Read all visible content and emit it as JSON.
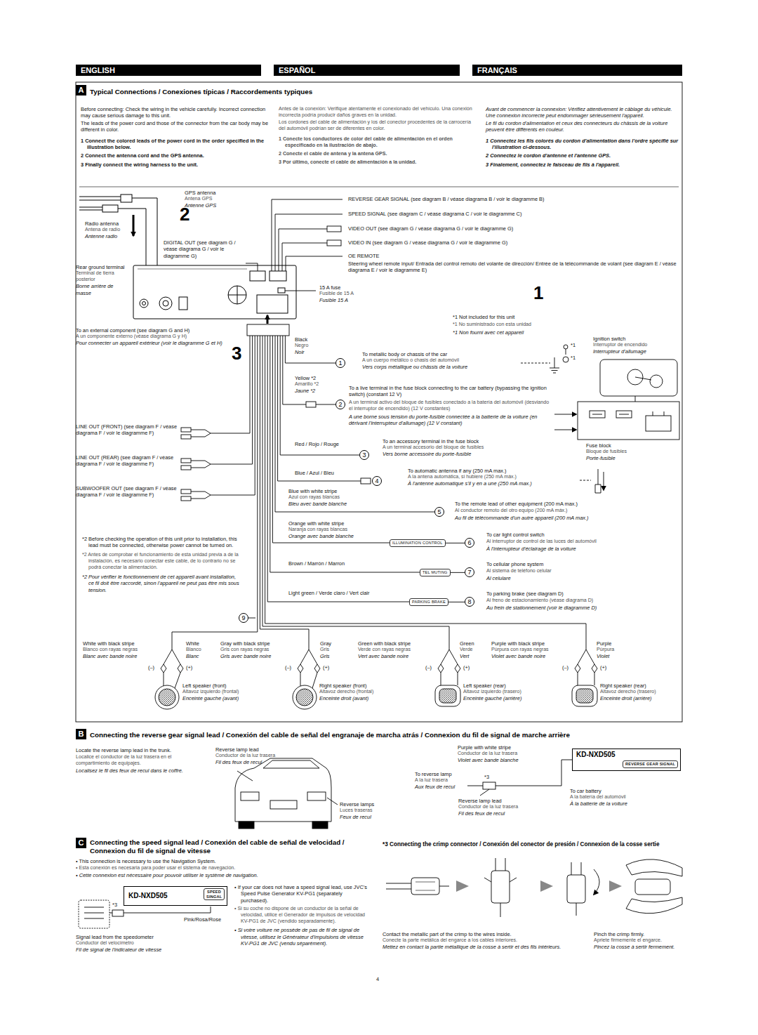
{
  "diagram": {
    "nodes": [
      {
        "text": [
          "ENGLISH"
        ]
      },
      {
        "text": [
          "ESPAÑOL"
        ]
      },
      {
        "text": [
          "FRANÇAIS"
        ]
      },
      {
        "text": [
          "A"
        ]
      },
      {
        "text": [
          "1"
        ]
      },
      {
        "text": [
          "2"
        ]
      },
      {
        "text": [
          "3"
        ]
      },
      {
        "text": [
          "4"
        ]
      },
      {
        "text": [
          "5"
        ]
      },
      {
        "text": [
          "ILLUMINATION CONTROL"
        ]
      },
      {
        "text": [
          "6"
        ]
      },
      {
        "text": [
          "TEL MUTING"
        ]
      },
      {
        "text": [
          "7"
        ]
      },
      {
        "text": [
          "PARKING BRAKE"
        ]
      },
      {
        "text": [
          "8"
        ]
      },
      {
        "text": [
          "9"
        ]
      },
      {
        "text": [
          "B"
        ]
      },
      {
        "text": [
          "KD-NXD505"
        ]
      },
      {
        "text": [
          "REVERSE GEAR SIGNAL"
        ],
        "in": 17
      },
      {
        "text": [
          "C"
        ]
      },
      {
        "text": [
          "KD-NXD505"
        ]
      },
      {
        "text": [
          "SPEED SINGAL"
        ],
        "in": 20
      }
    ],
    "edges": [
      {
        "from": 9,
        "to": 10,
        "arrow": "none"
      },
      {
        "from": 11,
        "to": 12,
        "arrow": "none"
      },
      {
        "from": 13,
        "to": 14,
        "arrow": "none"
      }
    ],
    "labels": [
      "Typical Connections / Conexiones típicas / Raccordements typiques",
      "Before connecting: Check the wiring in the vehicle carefully. Incorrect connection may cause serious damage to this unit.",
      "The leads of the power cord and those of the connector from the car body may be different in color.",
      "1 Connect the colored leads of the power cord in the order specified in the illustration below.",
      "2 Connect the antenna cord and the GPS antenna.",
      "3 Finally connect the wiring harness to the unit.",
      "Antes de la conexión: Verifique atentamente el conexionado del vehículo. Una conexión incorrecta podría producir daños graves en la unidad.",
      "Los cordones del cable de alimentación y los del conector procedentes de la carrocería del automóvil podrían ser de diferentes en color.",
      "1 Conecte los conductores de color del cable de alimentación en el orden especificado en la ilustración de abajo.",
      "2 Conecte el cable de antena y la antena GPS.",
      "3 Por último, conecte el cable de alimentación a la unidad.",
      "Avant de commencer la connexion: Vérifiez attentivement le câblage du véhicule. Une connexion incorrecte peut endommager sérieusement l'appareil.",
      "Le fil du cordon d'alimentation et ceux des connecteurs du châssis de la voiture peuvent être différents en couleur.",
      "1 Connectez les fils colorés du cordon d'alimentation dans l'ordre spécifié sur l'illustration ci-dessous.",
      "2 Connectez le cordon d'antenne et l'antenne GPS.",
      "3 Finalement, connectez le faisceau de fils à l'appareil.",
      "GPS antenna",
      "Antena GPS",
      "Antenne GPS",
      "2",
      "Radio antenna",
      "Antena de radio",
      "Antenne radio",
      "DIGITAL OUT (see diagram G / véase diagrama G / voir le diagramme G)",
      "Rear ground terminal",
      "Terminal de tierra posterior",
      "Borne arrière de masse",
      "To an external component (see diagram G and H)",
      "A un componente externo (véase diagrama G y H)",
      "Pour connecter un appareil extérieur (voir le diagramme G et H)",
      "3",
      "15 A fuse",
      "Fusible de 15 A",
      "Fusible 15 A",
      "REVERSE GEAR SIGNAL (see diagram B / véase diagrama B / voir le diagramme B)",
      "SPEED SIGNAL (see diagram C / véase diagrama C / voir le diagramme C)",
      "VIDEO OUT (see diagram G / véase diagrama G / voir le diagramme G)",
      "VIDEO IN (see diagram G / véase diagrama G / voir le diagramme G)",
      "OE REMOTE",
      "Steering wheel remote input/ Entrada del control remoto del volante de dirección/ Entrée de la télécommande de volant (see diagram E / véase diagrama E / voir le diagramme E)",
      "1",
      "*1 Not included for this unit",
      "*1 No suministrado con esta unidad",
      "*1 Non fourni avec cet appareil",
      "Ignition switch",
      "Interruptor de encendido",
      "Interrupteur d'allumage",
      "*1",
      "*1",
      "Black",
      "Negro",
      "Noir",
      "To metallic body or chassis of the car",
      "A un cuerpo metálico o chasis del automóvil",
      "Vers corps métallique ou châssis de la voiture",
      "Yellow *2",
      "Amarillo *2",
      "Jaune *2",
      "To a live terminal in the fuse block connecting to the car battery (bypassing the ignition switch) (constant 12 V)",
      "A un terminal activo del bloque de fusibles conectado a la batería del automóvil (desviando el interruptor de encendido) (12 V constantes)",
      "A une borne sous tension du porte-fusible connectée à la batterie de la voiture (en dérivant l'interrupteur d'allumage) (12 V constant)",
      "Red / Rojo / Rouge",
      "To an accessory terminal in the fuse block",
      "A un terminal accesorio del bloque de fusibles",
      "Vers borne accessoire du porte-fusible",
      "Fuse block",
      "Bloque de fusibles",
      "Porte-fusible",
      "Blue / Azul / Bleu",
      "To automatic antenna if any (250 mA max.)",
      "A la antena automática, si hubiere (250 mA máx.)",
      "À l'antenne automatique s'il y en a une (250 mA max.)",
      "Blue with white stripe",
      "Azul con rayas blancas",
      "Bleu avec bande blanche",
      "To the remote lead of other equipment (200 mA max.)",
      "Al conductor remoto del otro equipo (200 mA máx.)",
      "Au fil de télécommande d'un autre appareil (200 mA max.)",
      "Orange with white stripe",
      "Naranja con rayas blancas",
      "Orange avec bande blanche",
      "To car light control switch",
      "Al interruptor de control de las luces del automóvil",
      "À l'interrupteur d'éclairage de la voiture",
      "Brown / Marrón / Marron",
      "To cellular phone system",
      "Al sistema de teléfono celular",
      "Al celulare",
      "Light green / Verde claro / Vert clair",
      "To parking brake (see diagram D)",
      "Al freno de estacionamiento (véase diagrama D)",
      "Au frein de stationnement (voir le diagramme D)",
      "LINE OUT (FRONT) (see diagram F / véase diagrama F / voir le diagramme F)",
      "LINE OUT (REAR) (see diagram F / véase diagrama F / voir le diagramme F)",
      "SUBWOOFER OUT (see diagram F / véase diagrama F / voir le diagramme F)",
      "*2 Before checking the operation of this unit prior to installation, this lead must be connected, otherwise power cannot be turned on.",
      "*2 Antes de comprobar el funcionamiento de esta unidad previa a de la instalación, es necesario conectar este cable, de lo contrario no se podrá conectar la alimentación.",
      "*2 Pour vérifier le fonctionnement de cet appareil avant installation, ce fil doit être raccordé, sinon l'appareil ne peut pas être mis sous tension.",
      "White with black stripe",
      "Blanco con rayas negras",
      "Blanc avec bande noire",
      "White",
      "Blanco",
      "Blanc",
      "Gray with black stripe",
      "Gris con rayas negras",
      "Gris avec bande noire",
      "Gray",
      "Gris",
      "Gris",
      "Green with black stripe",
      "Verde con rayas negras",
      "Vert avec bande noire",
      "Green",
      "Verde",
      "Vert",
      "Purple with black stripe",
      "Púrpura con rayas negras",
      "Violet avec bande noire",
      "Purple",
      "Púrpura",
      "Violet",
      "(–)",
      "(+)",
      "(–)",
      "(+)",
      "(–)",
      "(+)",
      "(–)",
      "(+)",
      "Left speaker (front)",
      "Altavoz izquierdo (frontal)",
      "Enceinte gauche (avant)",
      "Right speaker (front)",
      "Altavoz derecho (frontal)",
      "Enceinte droit (avant)",
      "Left speaker (rear)",
      "Altavoz izquierdo (trasero)",
      "Enceinte gauche (arrière)",
      "Right speaker (rear)",
      "Altavoz derecho (trasero)",
      "Enceinte droit (arrière)",
      "Connecting the reverse gear signal lead / Conexión del cable de señal del engranaje de marcha atrás / Connexion du fil de signal de marche arrière",
      "Locate the reverse lamp lead in the trunk.",
      "Localice el conductor de la luz trasera en el compartimiento de equipajes.",
      "Localisez le fil des feux de recul dans le coffre.",
      "Reverse lamp lead",
      "Conductor de la luz trasera",
      "Fil des feux de recul",
      "Reverse lamps",
      "Luces traseras",
      "Feux de recul",
      "To reverse lamp",
      "A la luz trasera",
      "Aux feux de recul",
      "*3",
      "Purple with white stripe",
      "Conductor de la luz trasera",
      "Violet avec bande blanche",
      "To car battery",
      "A la batería del automóvil",
      "À la batterie de la voiture",
      "Reverse lamp lead",
      "Conductor de la luz trasera",
      "Fil des feux de recul",
      "Connecting the speed signal lead / Conexión del cable de señal de velocidad / Connexion du fil de signal de vitesse",
      "• This connection is necessary to use the Navigation System.",
      "• Esta conexión es necesaria para poder usar el sistema de navegación.",
      "• Cette connexion est nécessaire pour pouvoir utiliser le système de navigation.",
      "*3",
      "Pink/Rosa/Rose",
      "Signal lead from the speedometer",
      "Conductor del velocímetro",
      "Fil de signal de l'indicateur de vitesse",
      "• If your car does not have a speed signal lead, use JVC's Speed Pulse Generator KV-PG1 (separately purchased).",
      "• Si su coche no dispone de un conductor de la señal de velocidad, utilice el Generador de impulsos de velocidad KV-PG1 de JVC (vendido separadamente).",
      "• Si votre voiture ne possède de pas de fil de signal de vitesse, utilisez le Générateur d'impulsions de vitesse KV-PG1 de JVC (vendu séparément).",
      "*3 Connecting the crimp connector / Conexión del conector de presión / Connexion de la cosse sertie",
      "Contact the metallic part of the crimp to the wires inside.",
      "Conecte la parte metálica del engarce a los cables interiores.",
      "Mettez en contact la partie métallique de la cosse à sertir et des fils intérieurs.",
      "Pinch the crimp firmly.",
      "Apriete firmemente el engarce.",
      "Pincez la cosse à sertir fermement.",
      "4"
    ]
  }
}
